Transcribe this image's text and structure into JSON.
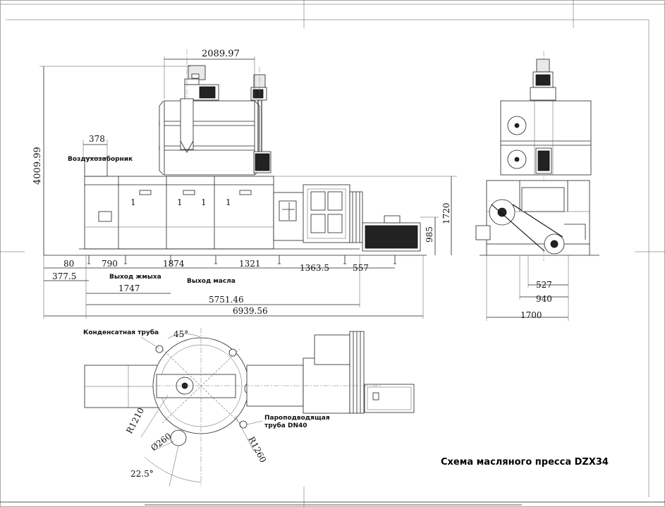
{
  "title": "Схема масляного пресса DZX34",
  "labels": {
    "air_intake": "Воздухозаборник",
    "cake_outlet": "Выход жмыха",
    "oil_outlet": "Выход масла",
    "condensate_pipe": "Конденсатная труба",
    "steam_pipe_line1": "Паропод­водящая",
    "steam_pipe_line2": "труба DN40"
  },
  "front_view": {
    "width_top": "2089.97",
    "height_total": "4009.99",
    "air_intake_dim": "378",
    "height_base": "1720",
    "height_motor": "985",
    "row1": [
      "80",
      "790",
      "1874",
      "1321",
      "1363.5",
      "557"
    ],
    "row2": "377.5",
    "row3": "1747",
    "row4": "5751.46",
    "row5": "6939.56"
  },
  "side_view": {
    "dim_527": "527",
    "dim_940": "940",
    "dim_1700": "1700"
  },
  "plan_view": {
    "angle_45": "45°",
    "radius_1210": "R1210",
    "diameter_260": "Ø260",
    "radius_1260": "R1260",
    "angle_22_5": "22.5°"
  }
}
